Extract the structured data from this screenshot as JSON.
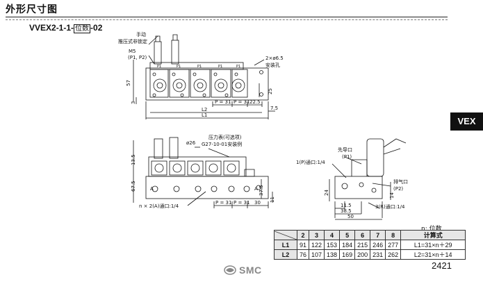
{
  "heading": "外形尺寸图",
  "model": {
    "prefix": "VVEX2-1-1-",
    "box": "位数",
    "suffix": "-02"
  },
  "side_tab": "VEX",
  "callouts": {
    "manual": "手动",
    "manual_desc": "推压式非锁定",
    "m5": "M5",
    "m5_ports": "(P1, P2)",
    "mount_holes": "2×ø6.5",
    "mount_holes_desc": "安装孔",
    "gauge": "压力表(可选项)",
    "gauge_example": "G27-10-01安装例",
    "pilot": "先导口",
    "pilot_port": "(P1)",
    "p_port": "1(P)通口:1/4",
    "exhaust": "排气口",
    "exhaust_port": "(P2)",
    "r_port": "3(R)通口:1/4",
    "a_port": "n × 2(A)通口:1/4"
  },
  "dims_top": {
    "h57": "57",
    "h3": "3",
    "h25": "25",
    "p31a": "P = 31",
    "p31b": "P = 31",
    "d225": "22.5",
    "d75": "7.5",
    "l2": "L2",
    "l1": "L1"
  },
  "dims_front": {
    "h135": "13.5",
    "d26": "ø26",
    "h675": "67.5",
    "h375": "37.5",
    "h11": "11",
    "p31a": "P = 31",
    "p31b": "P = 31",
    "d30": "30",
    "label_a1": "A",
    "label_a2": "A"
  },
  "dims_side": {
    "h24": "24",
    "w115": "11.5",
    "w385": "38.5",
    "w50": "50",
    "h14": "14"
  },
  "p1_labels": [
    "P1",
    "P1",
    "P1",
    "P1",
    "P1"
  ],
  "unit_note": "n: 位数",
  "table": {
    "columns": [
      "2",
      "3",
      "4",
      "5",
      "6",
      "7",
      "8"
    ],
    "formula_header": "计算式",
    "rows": [
      {
        "name": "L1",
        "values": [
          "91",
          "122",
          "153",
          "184",
          "215",
          "246",
          "277"
        ],
        "formula": "L1=31×n＋29"
      },
      {
        "name": "L2",
        "values": [
          "76",
          "107",
          "138",
          "169",
          "200",
          "231",
          "262"
        ],
        "formula": "L2=31×n＋14"
      }
    ]
  },
  "logo_text": "SMC",
  "page_number": "2421"
}
